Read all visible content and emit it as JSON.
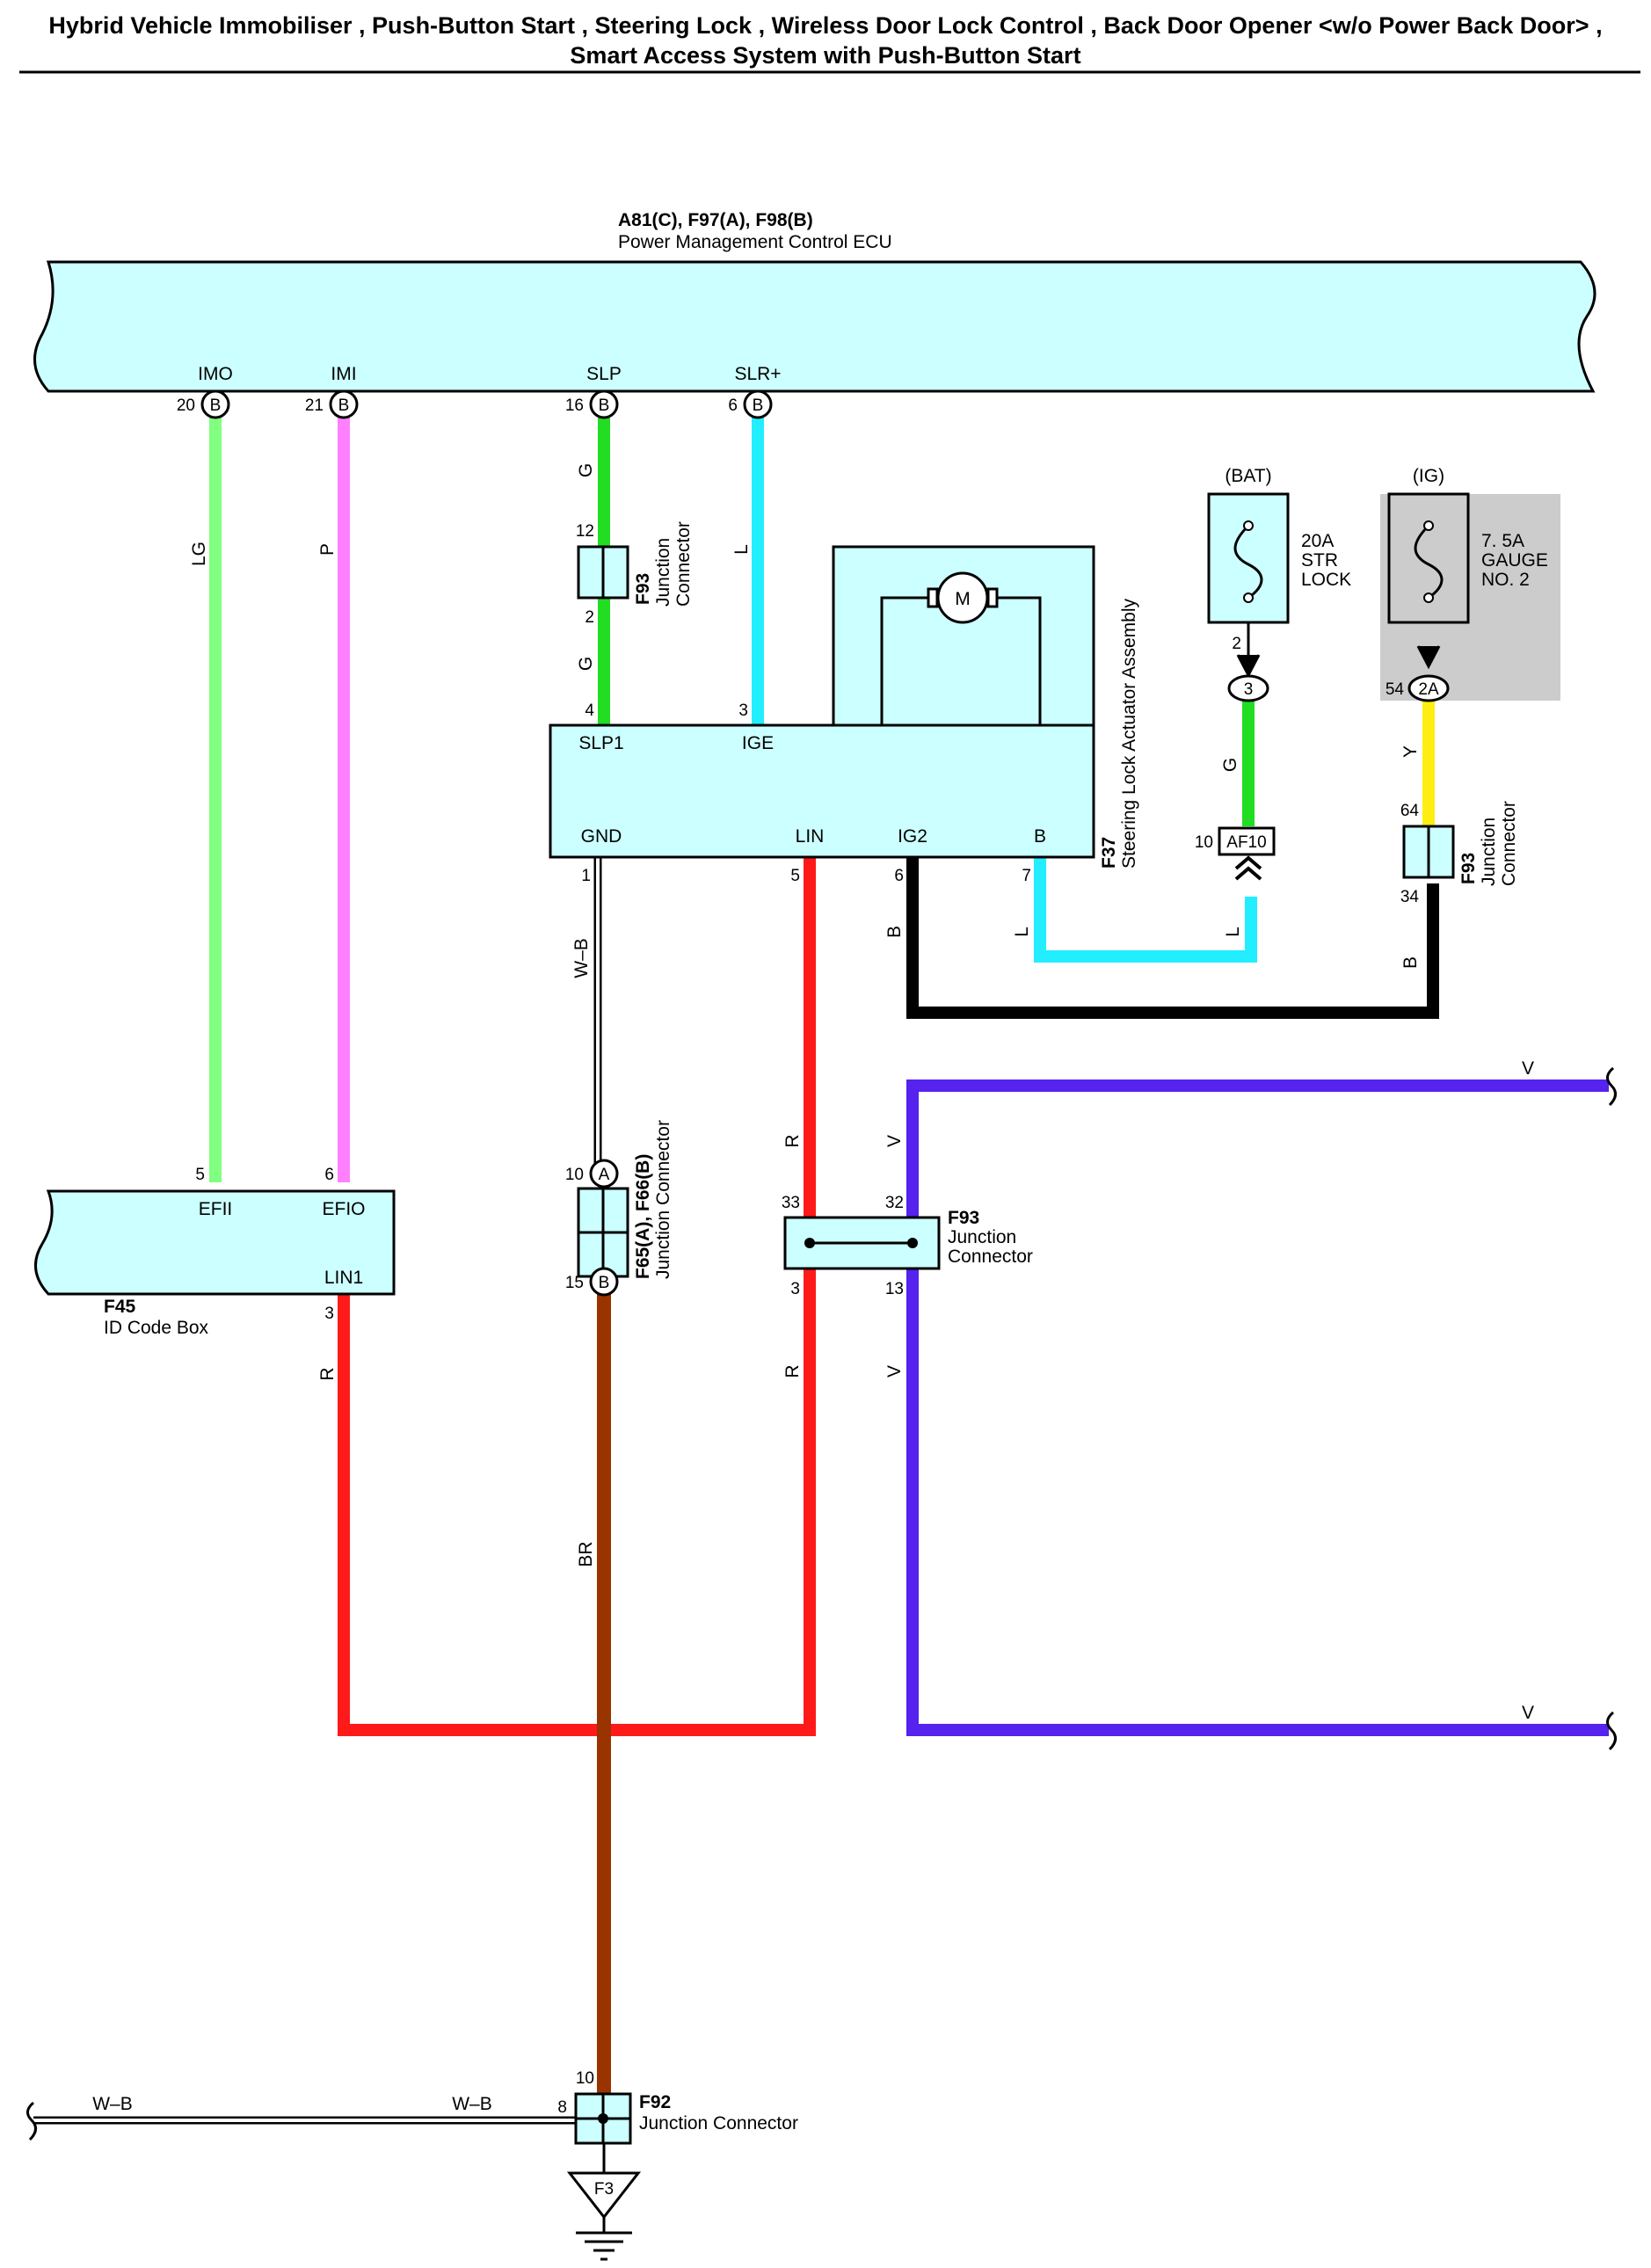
{
  "title_line1": "Hybrid Vehicle Immobiliser , Push-Button Start , Steering Lock , Wireless Door Lock Control , Back Door Opener <w/o Power Back Door> ,",
  "title_line2": "Smart Access System with Push-Button Start",
  "colors": {
    "component_fill": "#ccffff",
    "fuse_box_fill": "#cccccc",
    "LG": "#80ff80",
    "P": "#ff80ff",
    "G": "#22dd22",
    "L": "#22eeff",
    "R": "#ff1a1a",
    "V": "#5522ee",
    "BR": "#993300",
    "B": "#000000",
    "Y": "#ffee11",
    "W-B": "#ffffff"
  },
  "ecu": {
    "codes": "A81(C), F97(A), F98(B)",
    "name": "Power Management Control ECU",
    "terminals": [
      {
        "label": "IMO",
        "pin": "20",
        "conn": "B"
      },
      {
        "label": "IMI",
        "pin": "21",
        "conn": "B"
      },
      {
        "label": "SLP",
        "pin": "16",
        "conn": "B"
      },
      {
        "label": "SLR+",
        "pin": "6",
        "conn": "B"
      }
    ]
  },
  "id_code_box": {
    "code": "F45",
    "name": "ID Code Box",
    "terminals": [
      {
        "label": "EFII",
        "pin": "5"
      },
      {
        "label": "EFIO",
        "pin": "6"
      },
      {
        "label": "LIN1",
        "pin": "3"
      }
    ]
  },
  "steering_lock": {
    "code": "F37",
    "name": "Steering Lock Actuator Assembly",
    "motor": "M",
    "terminals": [
      {
        "label": "SLP1",
        "pin": "4"
      },
      {
        "label": "IGE",
        "pin": "3"
      },
      {
        "label": "GND",
        "pin": "1"
      },
      {
        "label": "LIN",
        "pin": "5"
      },
      {
        "label": "IG2",
        "pin": "6"
      },
      {
        "label": "B",
        "pin": "7"
      }
    ]
  },
  "junction_f93_upper": {
    "code": "F93",
    "name_1": "Junction",
    "name_2": "Connector",
    "pin_top": "12",
    "pin_bottom": "2"
  },
  "junction_f93_right": {
    "code": "F93",
    "name_1": "Junction",
    "name_2": "Connector",
    "pin_top": "64",
    "pin_bottom": "34"
  },
  "junction_f93_mid": {
    "code": "F93",
    "name_1": "Junction",
    "name_2": "Connector",
    "pin_tl": "33",
    "pin_tr": "32",
    "pin_bl": "3",
    "pin_br": "13"
  },
  "junction_f65": {
    "code": "F65(A), F66(B)",
    "name": "Junction Connector",
    "pin_top": "10",
    "conn_top": "A",
    "pin_bottom": "15",
    "conn_bottom": "B"
  },
  "junction_f92": {
    "code": "F92",
    "name": "Junction Connector",
    "pin_top": "10",
    "pin_left": "8"
  },
  "ground": {
    "code": "F3"
  },
  "fuse_bat": {
    "header": "(BAT)",
    "line1": "20A",
    "line2": "STR",
    "line3": "LOCK",
    "pin": "2",
    "conn": "3"
  },
  "fuse_ig": {
    "header": "(IG)",
    "line1": "7. 5A",
    "line2": "GAUGE",
    "line3": "NO. 2",
    "pin": "54",
    "conn": "2A"
  },
  "connector_af10": {
    "label": "AF10",
    "pin": "10"
  },
  "wire_labels": {
    "lg": "LG",
    "p": "P",
    "g1": "G",
    "g2": "G",
    "l1": "L",
    "g3": "G",
    "y": "Y",
    "wb1": "W–B",
    "r1": "R",
    "v1": "V",
    "l2": "L",
    "b1": "B",
    "l3": "L",
    "b2": "B",
    "r2": "R",
    "r3": "R",
    "v2": "V",
    "br": "BR",
    "v_top": "V",
    "v_bottom": "V",
    "wb_left1": "W–B",
    "wb_left2": "W–B"
  }
}
